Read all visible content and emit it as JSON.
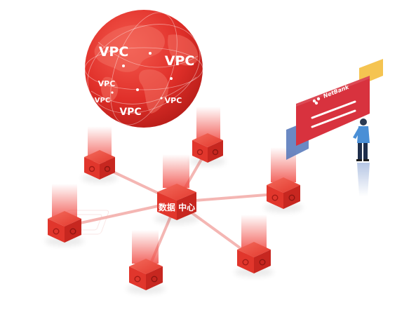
{
  "globe": {
    "labels": [
      "VPC",
      "VPC",
      "VPC",
      "VPC",
      "VPC",
      "VPC"
    ]
  },
  "hub": {
    "label": "数据 中心"
  },
  "card": {
    "brand": "NetBank"
  },
  "nodes_count": 7,
  "colors": {
    "red_main": "#e4312b",
    "red_dark": "#b91d1a",
    "red_light": "#f15b4f",
    "card_red": "#d8323e",
    "yellow": "#f5c451",
    "blue": "#5174b8",
    "link": "#f3aaa6"
  }
}
